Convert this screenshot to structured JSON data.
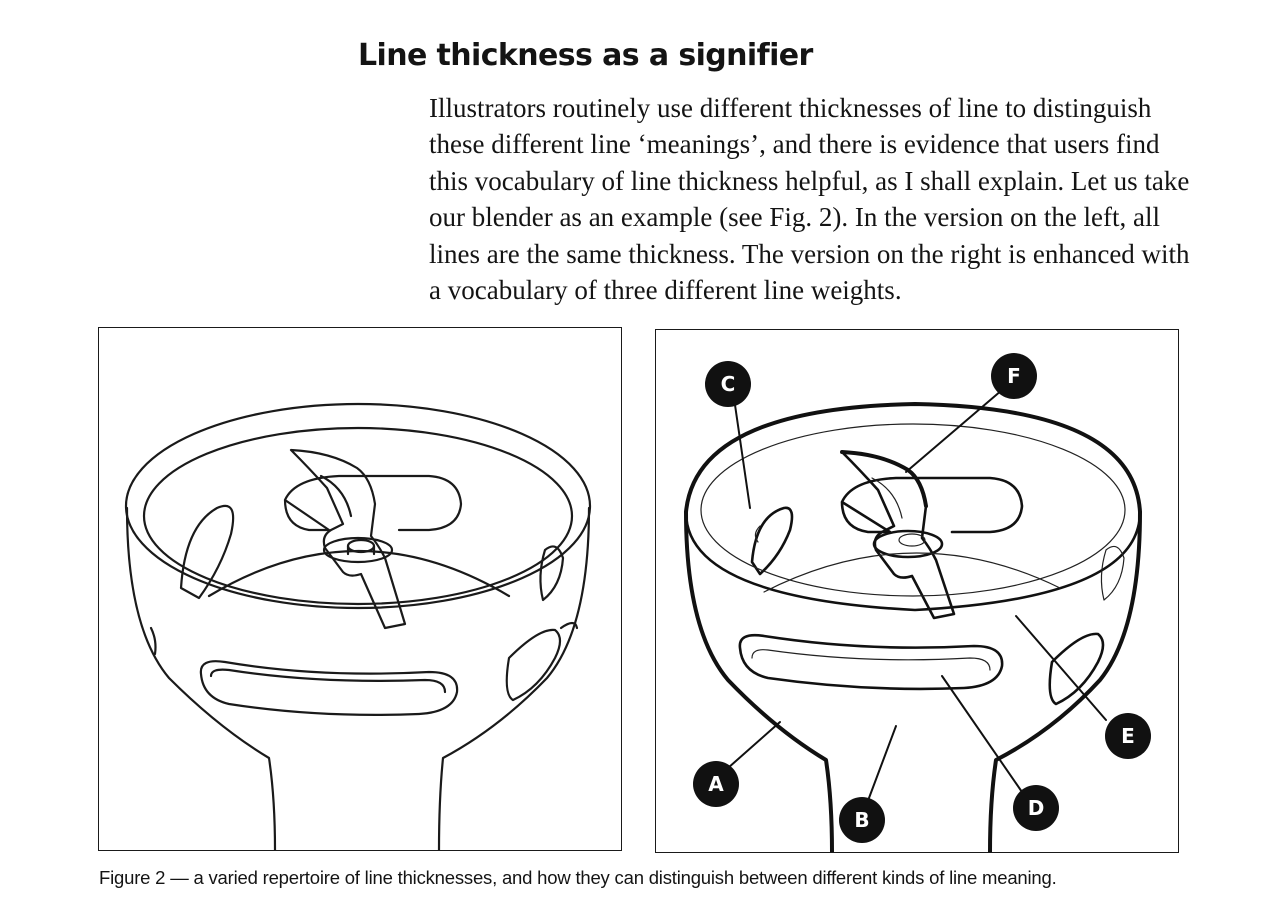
{
  "heading": "Line thickness as a signifier",
  "paragraph": {
    "lines": [
      "Illustrators routinely use different thicknesses of line to distinguish",
      "these different line ‘meanings’, and there is evidence that users find",
      "this vocabulary of line thickness helpful, as I shall explain. Let us take",
      "our blender as an example (see Fig. 2). In the version on the left, all",
      "lines are the same thickness. The version on the right is enhanced with",
      "a vocabulary of three different line weights."
    ]
  },
  "figure": {
    "left_illustration": "blender-uniform-lines",
    "right_illustration": "blender-varied-line-weights",
    "callouts": [
      "A",
      "B",
      "C",
      "D",
      "E",
      "F"
    ],
    "caption": "Figure 2 — a varied repertoire of line thicknesses, and how they can distinguish between different kinds of line meaning."
  }
}
